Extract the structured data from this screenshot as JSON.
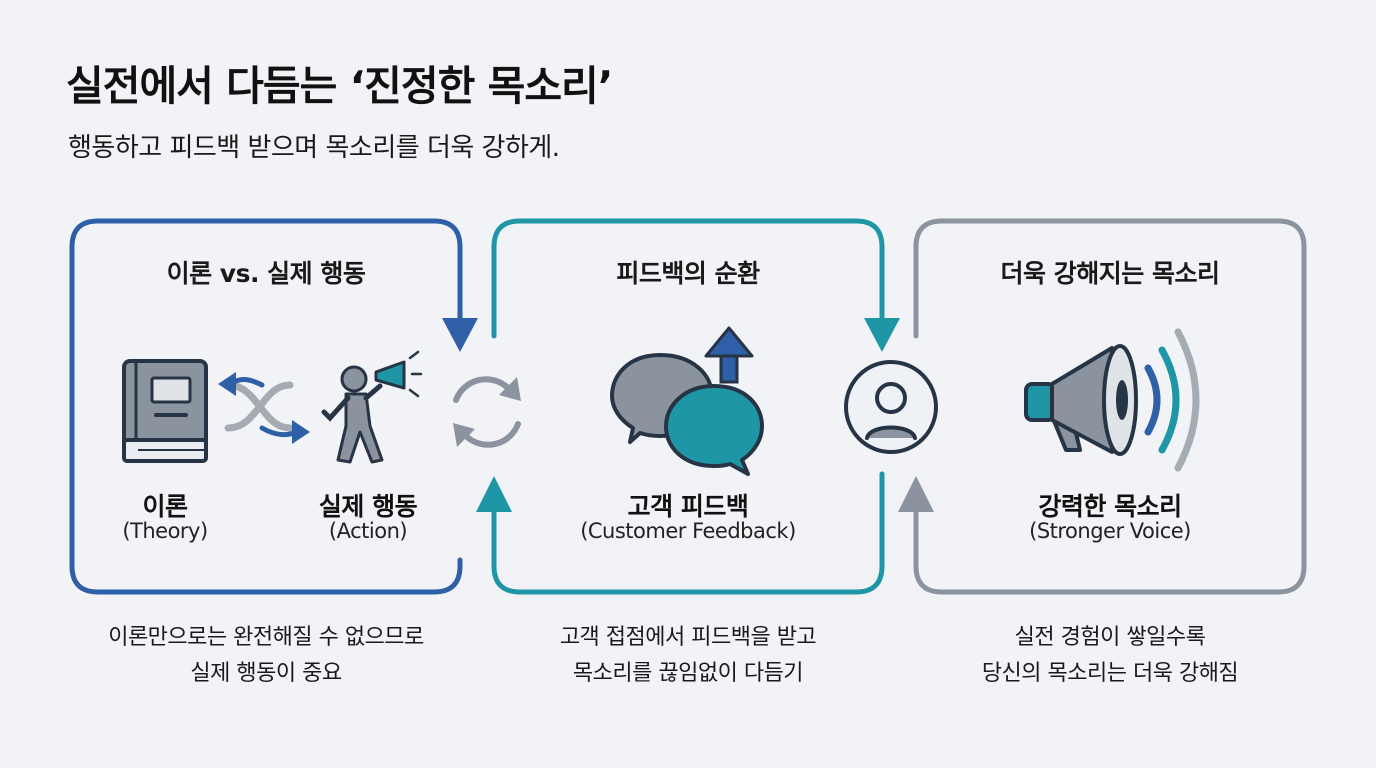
{
  "header": {
    "title": "실전에서 다듬는 ‘진정한 목소리’",
    "subtitle": "행동하고 피드백 받으며 목소리를 더욱 강하게."
  },
  "panels": [
    {
      "title": "이론 vs. 실제 행동",
      "items": [
        {
          "ko": "이론",
          "en": "(Theory)"
        },
        {
          "ko": "실제 행동",
          "en": "(Action)"
        }
      ],
      "desc": [
        "이론만으로는 완전해질 수 없으므로",
        "실제 행동이 중요"
      ],
      "color": "#2f5fa6"
    },
    {
      "title": "피드백의 순환",
      "items": [
        {
          "ko": "고객 피드백",
          "en": "(Customer Feedback)"
        }
      ],
      "desc": [
        "고객 접점에서 피드백을 받고",
        "목소리를 끊임없이 다듬기"
      ],
      "color": "#1e96a6"
    },
    {
      "title": "더욱 강해지는 목소리",
      "items": [
        {
          "ko": "강력한 목소리",
          "en": "(Stronger Voice)"
        }
      ],
      "desc": [
        "실전 경험이 쌓일수록",
        "당신의 목소리는 더욱 강해짐"
      ],
      "color": "#8a939e"
    }
  ],
  "icons": {
    "panel1": [
      "book-icon",
      "swap-arrows-icon",
      "person-megaphone-icon"
    ],
    "connector1": "cycle-arrows-icon",
    "panel2": [
      "speech-bubbles-icon",
      "up-arrow-icon"
    ],
    "connector2": "user-avatar-icon",
    "panel3": [
      "megaphone-icon",
      "sound-waves-icon"
    ]
  }
}
